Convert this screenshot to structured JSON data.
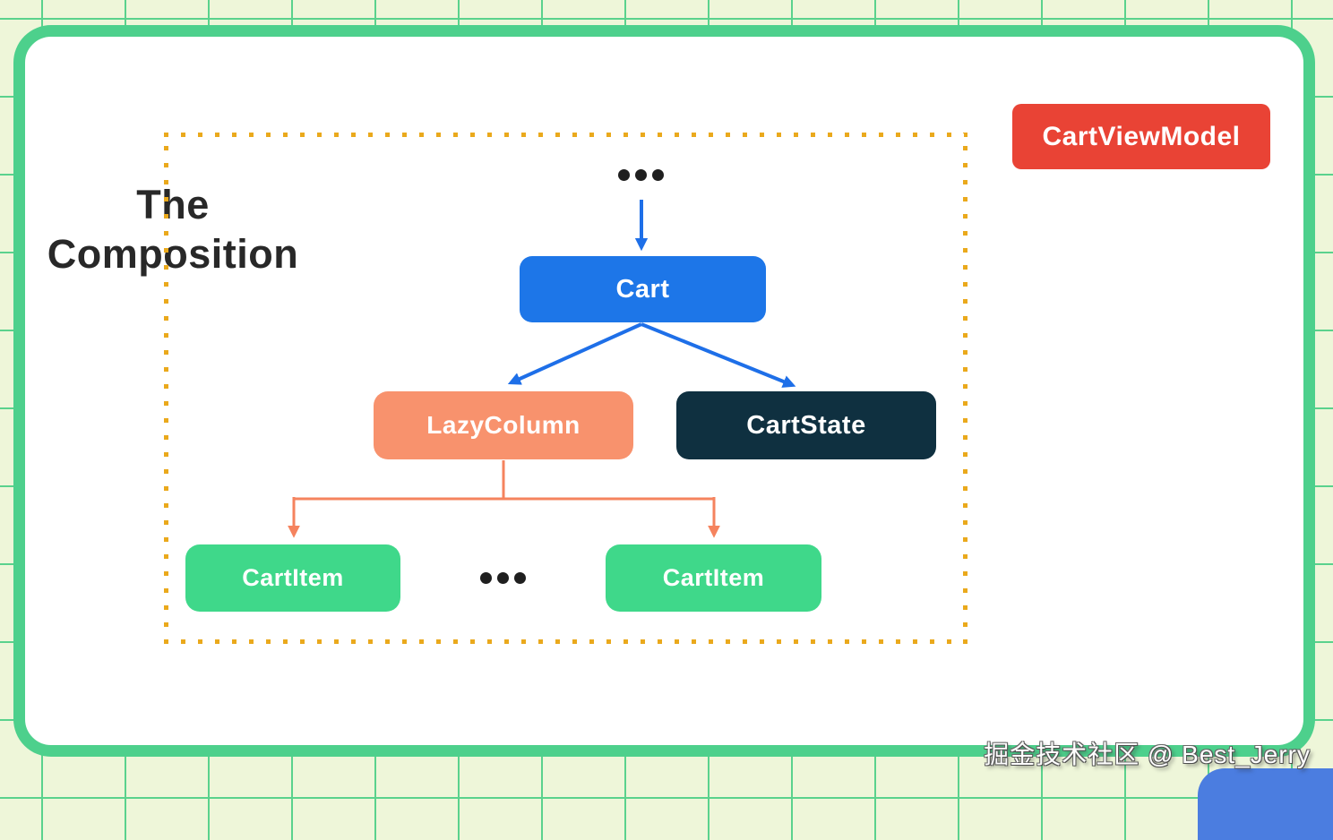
{
  "title": {
    "line1": "The",
    "line2": "Composition"
  },
  "nodes": {
    "cart": "Cart",
    "lazy_column": "LazyColumn",
    "cart_state": "CartState",
    "cart_item_left": "CartItem",
    "cart_item_right": "CartItem",
    "cart_view_model": "CartViewModel"
  },
  "watermark": "掘金技术社区 @ Best_Jerry",
  "colors": {
    "background": "#eef6d9",
    "grid_line": "#5ad28d",
    "card_border": "#4dd08c",
    "frame_dotted": "#eaa91c",
    "node_cart": "#1d76e8",
    "node_lazy_column": "#f8926d",
    "node_cart_state": "#0f3040",
    "node_cart_item": "#3fd88a",
    "node_cart_view_model": "#e94335",
    "arrow_blue": "#1e6fe8",
    "arrow_orange": "#f5835e",
    "corner_decoration": "#4b7de0"
  }
}
